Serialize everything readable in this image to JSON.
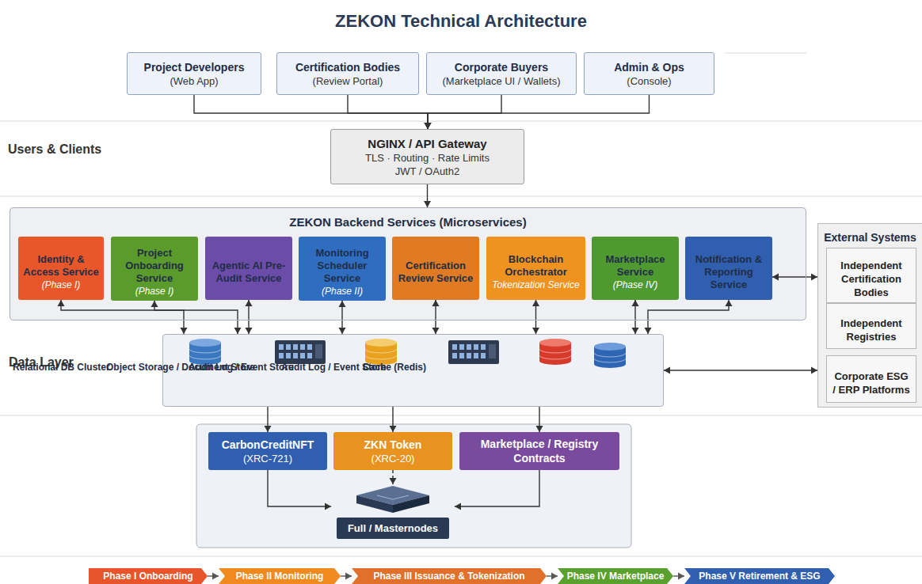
{
  "diagram": {
    "title": "ZEKON Technical Architecture",
    "nodes": [
      {
        "text": [
          "Project Developers",
          "(Web App)"
        ]
      },
      {
        "text": [
          "Certification Bodies",
          "(Review Portal)"
        ]
      },
      {
        "text": [
          "Corporate Buyers",
          "(Marketplace UI / Wallets)"
        ]
      },
      {
        "text": [
          "Admin & Ops",
          "(Console)"
        ]
      },
      {
        "text": [
          "NGINX / API Gateway",
          "TLS · Routing · Rate Limits JWT / OAuth2"
        ]
      },
      {
        "text": [
          "ZEKON Backend Services (Microservices)"
        ]
      },
      {
        "text": [
          "Identity & Access Service",
          "(Phase I)"
        ],
        "in": 5
      },
      {
        "text": [
          "Project Onboarding Service",
          "(Phase I)"
        ],
        "in": 5
      },
      {
        "text": [
          "Agentic AI Pre-Audit Service"
        ],
        "in": 5
      },
      {
        "text": [
          "Monitoring Scheduler Service",
          "(Phase II)"
        ],
        "in": 5
      },
      {
        "text": [
          "Certification Review Service"
        ],
        "in": 5
      },
      {
        "text": [
          "Blockchain Orchestrator",
          "Tokenization Service"
        ],
        "in": 5
      },
      {
        "text": [
          "Marketplace Service",
          "(Phase IV)"
        ],
        "in": 5
      },
      {
        "text": [
          "Notification & Reporting Service"
        ],
        "in": 5
      },
      {
        "text": [
          "External Systems"
        ]
      },
      {
        "text": [
          "Independent Certification Bodies"
        ],
        "in": 14
      },
      {
        "text": [
          "Independent Registries"
        ],
        "in": 14
      },
      {
        "text": [
          "Corporate ESG / ERP Platforms"
        ],
        "in": 14
      },
      {
        "text": [
          "Data Layer"
        ]
      },
      {
        "text": [
          "Relational DB Cluster"
        ],
        "in": 18
      },
      {
        "text": [
          "Object Storage / Document Store"
        ],
        "in": 18
      },
      {
        "text": [
          "Audit Log / Event Store"
        ],
        "in": 18
      },
      {
        "text": [
          "Audit Log / Event Store"
        ],
        "in": 18
      },
      {
        "text": [
          "Cache (Redis)"
        ],
        "in": 18
      },
      {
        "text": [
          "CarbonCreditNFT",
          "(XRC-721)"
        ]
      },
      {
        "text": [
          "ZKN Token",
          "(XRC-20)"
        ]
      },
      {
        "text": [
          "Marketplace / Registry Contracts"
        ]
      },
      {
        "text": [
          "Full / Masternodes"
        ]
      },
      {
        "text": [
          "Phase I Onboarding"
        ]
      },
      {
        "text": [
          "Phase II Monitoring"
        ]
      },
      {
        "text": [
          "Phase III Issuance & Tokenization"
        ]
      },
      {
        "text": [
          "Phase IV Marketplace"
        ]
      },
      {
        "text": [
          "Phase V Retirement & ESG"
        ]
      }
    ],
    "edges": [
      {
        "from": 0,
        "to": 4,
        "arrow": "to"
      },
      {
        "from": 1,
        "to": 4,
        "arrow": "to"
      },
      {
        "from": 2,
        "to": 4,
        "arrow": "to"
      },
      {
        "from": 3,
        "to": 4,
        "arrow": "to"
      },
      {
        "from": 4,
        "to": 5,
        "arrow": "to"
      },
      {
        "from": 6,
        "to": 18,
        "arrow": "both"
      },
      {
        "from": 7,
        "to": 18,
        "arrow": "both"
      },
      {
        "from": 8,
        "to": 18,
        "arrow": "both"
      },
      {
        "from": 9,
        "to": 18,
        "arrow": "both"
      },
      {
        "from": 10,
        "to": 18,
        "arrow": "both"
      },
      {
        "from": 11,
        "to": 18,
        "arrow": "both"
      },
      {
        "from": 12,
        "to": 18,
        "arrow": "both"
      },
      {
        "from": 13,
        "to": 18,
        "arrow": "both"
      },
      {
        "from": 13,
        "to": 14,
        "arrow": "both"
      },
      {
        "from": 18,
        "to": 14,
        "arrow": "both"
      },
      {
        "from": 18,
        "to": 24,
        "arrow": "to"
      },
      {
        "from": 18,
        "to": 25,
        "arrow": "to"
      },
      {
        "from": 18,
        "to": 26,
        "arrow": "to"
      },
      {
        "from": 24,
        "to": 27,
        "arrow": "to"
      },
      {
        "from": 25,
        "to": 27,
        "arrow": "to"
      },
      {
        "from": 26,
        "to": 27,
        "arrow": "to"
      },
      {
        "from": 28,
        "to": 29,
        "arrow": "to"
      },
      {
        "from": 29,
        "to": 30,
        "arrow": "to"
      },
      {
        "from": 30,
        "to": 31,
        "arrow": "to"
      },
      {
        "from": 31,
        "to": 32,
        "arrow": "to"
      }
    ],
    "labels": [
      "Users & Clients"
    ]
  }
}
